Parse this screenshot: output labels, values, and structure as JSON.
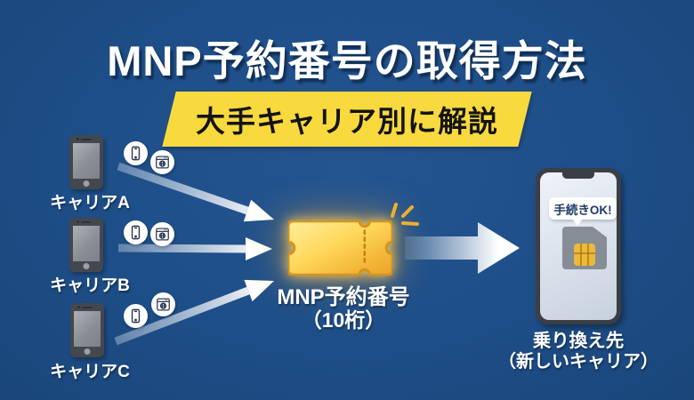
{
  "title": "MNP予約番号の取得方法",
  "badge": {
    "label": "大手キャリア別に解説"
  },
  "carriers": [
    {
      "label": "キャリアA",
      "channels": [
        "smartphone",
        "web-browser"
      ]
    },
    {
      "label": "キャリアB",
      "channels": [
        "smartphone",
        "web-browser"
      ]
    },
    {
      "label": "キャリアC",
      "channels": [
        "smartphone",
        "web-browser"
      ]
    }
  ],
  "ticket": {
    "label_line1": "MNP予約番号",
    "label_line2": "（10桁）"
  },
  "destination": {
    "bubble": "手続きOK!",
    "label_line1": "乗り換え先",
    "label_line2": "（新しいキャリア）"
  },
  "icons": {
    "phone_channel": "smartphone-icon",
    "web_channel": "browser-globe-icon",
    "ticket": "golden-ticket-icon",
    "sim": "sim-card-icon"
  },
  "colors": {
    "background": "#1e4e88",
    "badge_bg": "#f8d93e",
    "badge_text": "#141414",
    "title_text": "#ffffff",
    "ticket_gold_light": "#ffee9e",
    "ticket_gold_dark": "#eca42a",
    "ticket_border": "#d2941f",
    "arrow": "#ffffff",
    "bubble_text": "#1d3c66",
    "sim_chip": "#edb93a"
  }
}
